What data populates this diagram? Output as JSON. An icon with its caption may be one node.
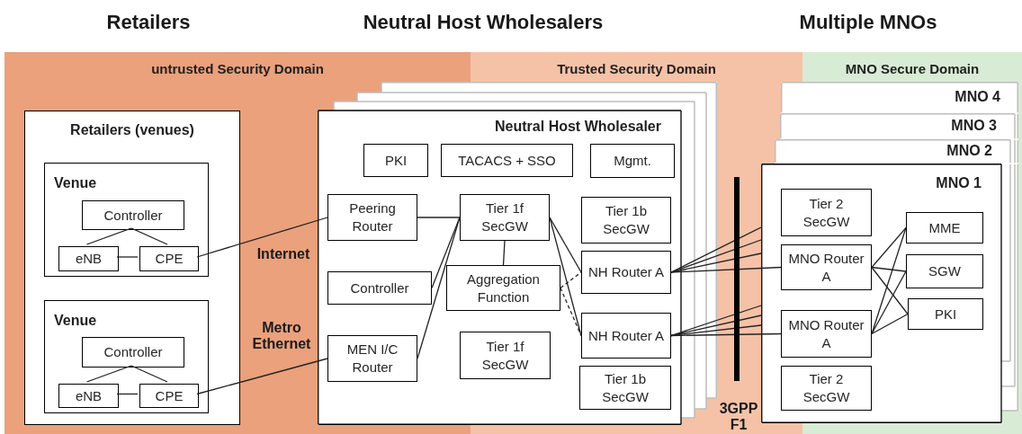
{
  "diagram": {
    "nodes": [
      {
        "text": [
          "untrusted Security Domain"
        ]
      },
      {
        "text": [
          "Trusted Security Domain"
        ]
      },
      {
        "text": [
          "MNO Secure Domain"
        ]
      },
      {
        "text": [
          "Retailers (venues)"
        ]
      },
      {
        "text": [
          "Venue"
        ],
        "in": 3
      },
      {
        "text": [
          "Controller"
        ],
        "in": 4
      },
      {
        "text": [
          "eNB"
        ],
        "in": 4
      },
      {
        "text": [
          "CPE"
        ],
        "in": 4
      },
      {
        "text": [
          "Venue"
        ],
        "in": 3
      },
      {
        "text": [
          "Controller"
        ],
        "in": 8
      },
      {
        "text": [
          "eNB"
        ],
        "in": 8
      },
      {
        "text": [
          "CPE"
        ],
        "in": 8
      },
      {
        "text": [
          "Neutral Host Wholesaler"
        ]
      },
      {
        "text": [
          "PKI"
        ],
        "in": 12
      },
      {
        "text": [
          "TACACS + SSO"
        ],
        "in": 12
      },
      {
        "text": [
          "Mgmt."
        ],
        "in": 12
      },
      {
        "text": [
          "Peering Router"
        ],
        "in": 12
      },
      {
        "text": [
          "Tier 1f SecGW"
        ],
        "in": 12
      },
      {
        "text": [
          "Tier 1b SecGW"
        ],
        "in": 12
      },
      {
        "text": [
          "Controller"
        ],
        "in": 12
      },
      {
        "text": [
          "Aggregation Function"
        ],
        "in": 12
      },
      {
        "text": [
          "NH Router A"
        ],
        "in": 12
      },
      {
        "text": [
          "MEN I/C Router"
        ],
        "in": 12
      },
      {
        "text": [
          "Tier 1f SecGW"
        ],
        "in": 12
      },
      {
        "text": [
          "NH Router A"
        ],
        "in": 12
      },
      {
        "text": [
          "Tier 1b SecGW"
        ],
        "in": 12
      },
      {
        "text": [
          "MNO 4"
        ]
      },
      {
        "text": [
          "MNO 3"
        ]
      },
      {
        "text": [
          "MNO 2"
        ]
      },
      {
        "text": [
          "MNO 1"
        ]
      },
      {
        "text": [
          "Tier 2 SecGW"
        ],
        "in": 29
      },
      {
        "text": [
          "MNO Router A"
        ],
        "in": 29
      },
      {
        "text": [
          "MME"
        ],
        "in": 29
      },
      {
        "text": [
          "SGW"
        ],
        "in": 29
      },
      {
        "text": [
          "MNO Router A"
        ],
        "in": 29
      },
      {
        "text": [
          "PKI"
        ],
        "in": 29
      },
      {
        "text": [
          "Tier 2 SecGW"
        ],
        "in": 29
      }
    ],
    "edges": [
      {
        "from": 5,
        "to": 6,
        "arrow": "none"
      },
      {
        "from": 5,
        "to": 7,
        "arrow": "none"
      },
      {
        "from": 6,
        "to": 7,
        "arrow": "none"
      },
      {
        "from": 9,
        "to": 10,
        "arrow": "none"
      },
      {
        "from": 9,
        "to": 11,
        "arrow": "none"
      },
      {
        "from": 10,
        "to": 11,
        "arrow": "none"
      },
      {
        "from": 7,
        "to": 16,
        "arrow": "none"
      },
      {
        "from": 11,
        "to": 22,
        "arrow": "none"
      },
      {
        "from": 16,
        "to": 17,
        "arrow": "none"
      },
      {
        "from": 19,
        "to": 17,
        "arrow": "none"
      },
      {
        "from": 22,
        "to": 17,
        "arrow": "none"
      },
      {
        "from": 17,
        "to": 20,
        "arrow": "none"
      },
      {
        "from": 17,
        "to": 21,
        "arrow": "none"
      },
      {
        "from": 17,
        "to": 24,
        "arrow": "none"
      },
      {
        "from": 20,
        "to": 21,
        "arrow": "none",
        "style": "dashed"
      },
      {
        "from": 20,
        "to": 24,
        "arrow": "none",
        "style": "dashed"
      },
      {
        "from": 21,
        "to": 29,
        "arrow": "none"
      },
      {
        "from": 21,
        "to": 29,
        "arrow": "none"
      },
      {
        "from": 21,
        "to": 29,
        "arrow": "none"
      },
      {
        "from": 21,
        "to": 31,
        "arrow": "none"
      },
      {
        "from": 24,
        "to": 29,
        "arrow": "none"
      },
      {
        "from": 24,
        "to": 29,
        "arrow": "none"
      },
      {
        "from": 24,
        "to": 29,
        "arrow": "none"
      },
      {
        "from": 24,
        "to": 34,
        "arrow": "none"
      },
      {
        "from": 31,
        "to": 32,
        "arrow": "none"
      },
      {
        "from": 31,
        "to": 33,
        "arrow": "none"
      },
      {
        "from": 31,
        "to": 35,
        "arrow": "none"
      },
      {
        "from": 34,
        "to": 32,
        "arrow": "none"
      },
      {
        "from": 34,
        "to": 33,
        "arrow": "none"
      },
      {
        "from": 34,
        "to": 35,
        "arrow": "none"
      }
    ],
    "labels": [
      "Retailers",
      "Neutral Host Wholesalers",
      "Multiple MNOs",
      "Internet",
      "Metro Ethernet",
      "3GPP F1"
    ]
  }
}
